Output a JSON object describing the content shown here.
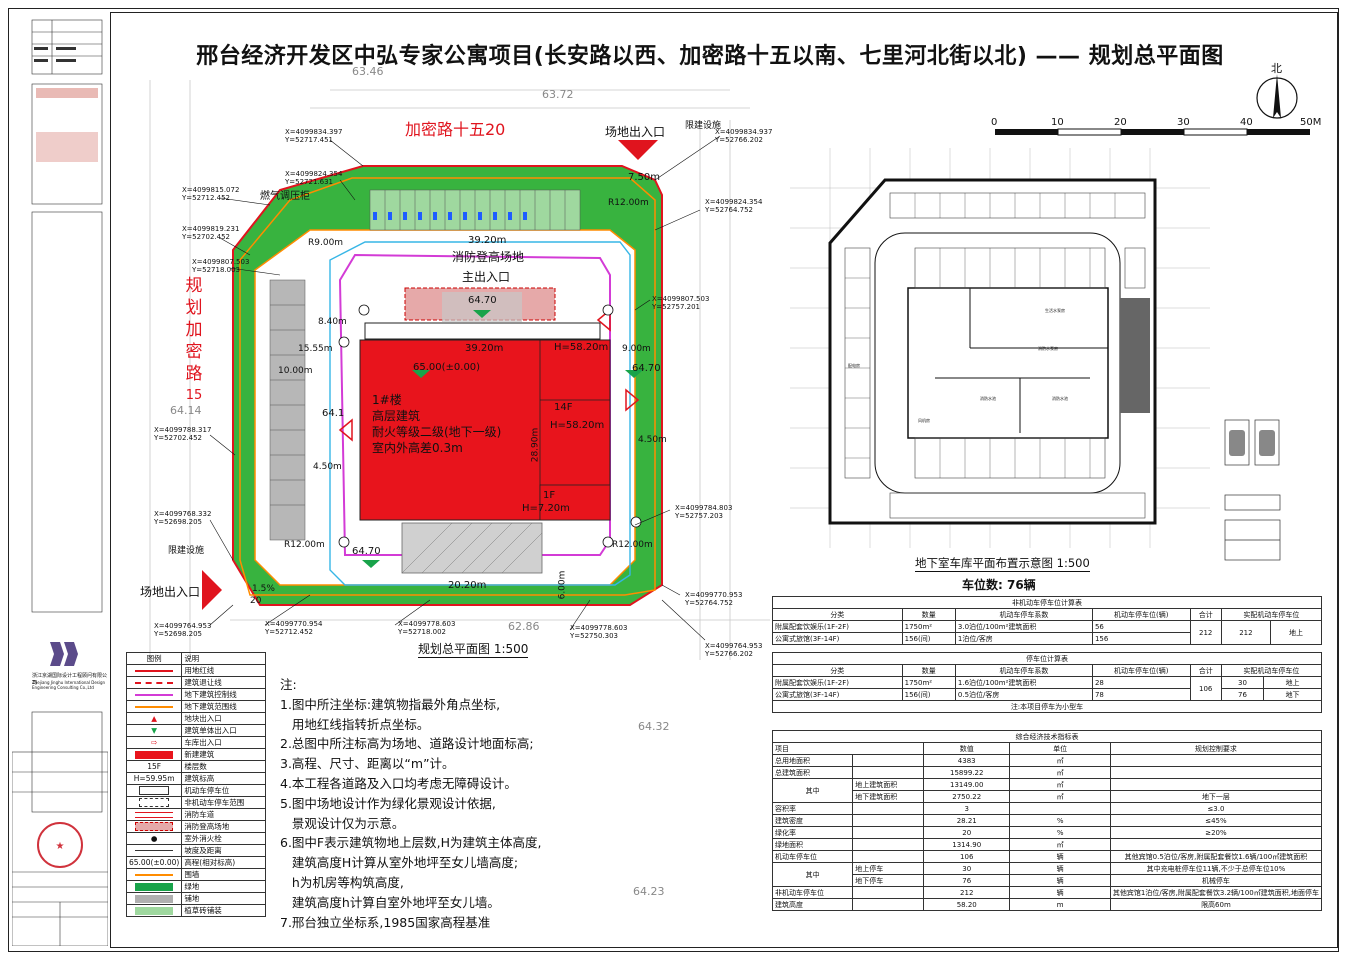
{
  "title": "邢台经济开发区中弘专家公寓项目(长安路以西、加密路十五以南、七里河北街以北) —— 规划总平面图",
  "north_label": "北",
  "scale_bar": {
    "ticks": [
      "0",
      "10",
      "20",
      "30",
      "40",
      "50M"
    ]
  },
  "site": {
    "road_top": "加密路十五20",
    "road_left_chars": [
      "规",
      "划",
      "加",
      "密",
      "路",
      "15"
    ],
    "entrance_top": "场地出入口",
    "entrance_left": "场地出入口",
    "limit_top": "限建设施",
    "limit_left": "限建设施",
    "gas_label": "燃气调压柜",
    "fire_area": "消防登高场地",
    "main_entry": "主出入口",
    "building_lines": [
      "1#楼",
      "高层建筑",
      "耐火等级二级(地下一级)",
      "室内外高差0.3m"
    ],
    "tower_14f": "14F",
    "tower_h": "H=58.20m",
    "h_top": "H=58.20m",
    "podium_1f": "1F",
    "podium_h": "H=7.20m",
    "floor_elev": "65.00(±0.00)",
    "dims": [
      "39.20m",
      "39.20m",
      "7.50m",
      "10.00m",
      "15.55m",
      "8.40m",
      "4.50m",
      "4.50m",
      "20.20m",
      "28.90m",
      "9.00m",
      "6.00m",
      "R12.00m",
      "R9.00m",
      "R12.00m",
      "R12.00m",
      "1.5%",
      "20"
    ],
    "elevations": [
      "63.46",
      "63.72",
      "64.70",
      "64.70",
      "64.70",
      "64.14",
      "62.86",
      "64.32",
      "64.23",
      "64.1"
    ],
    "coords": [
      "X=4099834.397\nY=52717.451",
      "X=4099824.354\nY=52721.631",
      "X=4099815.072\nY=52712.452",
      "X=4099819.231\nY=52702.452",
      "X=4099807.503\nY=52718.003",
      "X=4099834.937\nY=52766.202",
      "X=4099824.354\nY=52764.752",
      "X=4099807.503\nY=52757.201",
      "X=4099788.317\nY=52702.452",
      "X=4099768.332\nY=52698.205",
      "X=4099784.803\nY=52757.203",
      "X=4099764.953\nY=52698.205",
      "X=4099770.954\nY=52712.452",
      "X=4099778.603\nY=52718.002",
      "X=4099778.603\nY=52750.303",
      "X=4099770.953\nY=52764.752",
      "X=4099764.953\nY=52766.202"
    ],
    "caption": "规划总平面图 1:500"
  },
  "basement": {
    "caption": "地下室车库平面布置示意图 1:500",
    "count": "车位数: 76辆",
    "rooms": [
      "生活水泵房",
      "配电房",
      "消防水泵房",
      "消防水池",
      "消防水池",
      "风机房",
      "排风机房",
      "排风机房"
    ]
  },
  "legend": {
    "headers": [
      "图例",
      "说明"
    ],
    "rows": [
      "用地红线",
      "建筑退让线",
      "地下建筑控制线",
      "地下建筑范围线",
      "地块出入口",
      "建筑单体出入口",
      "车库出入口",
      "新建建筑",
      "楼层数",
      "建筑标高",
      "机动车停车位",
      "非机动车停车范围",
      "消防车道",
      "消防登高场地",
      "室外消火栓",
      "坡度及距离",
      "高程(相对标高)",
      "围墙",
      "绿地",
      "铺地",
      "植草砖铺装"
    ],
    "symbols": {
      "floors": "15F",
      "height": "H=59.95m",
      "elev": "65.00(±0.00)"
    }
  },
  "notes": {
    "head": "注:",
    "lines": [
      "1.图中所注坐标:建筑物指最外角点坐标,",
      "   用地红线指转折点坐标。",
      "2.总图中所注标高为场地、道路设计地面标高;",
      "3.高程、尺寸、距离以“m”计。",
      "4.本工程各道路及入口均考虑无障碍设计。",
      "5.图中场地设计作为绿化景观设计依据,",
      "   景观设计仅为示意。",
      "6.图中F表示建筑物地上层数,H为建筑主体高度,",
      "   建筑高度H计算从室外地坪至女儿墙高度;",
      "   h为机房等构筑高度,",
      "   建筑高度h计算自室外地坪至女儿墙。",
      "7.邢台独立坐标系,1985国家高程基准"
    ]
  },
  "nonmotor_table": {
    "title": "非机动车停车位计算表",
    "headers": [
      "分类",
      "数量",
      "机动车停车系数",
      "机动车停车位(辆)",
      "合计",
      "实配机动车停车位"
    ],
    "rows": [
      [
        "附属配套饮娱乐(1F-2F)",
        "1750m²",
        "3.0泊位/100m²建筑面积",
        "56",
        "212",
        "212",
        "地上"
      ],
      [
        "公寓式旅馆(3F-14F)",
        "156(间)",
        "1泊位/客房",
        "156",
        "",
        "",
        ""
      ]
    ]
  },
  "motor_table": {
    "title": "停车位计算表",
    "headers": [
      "分类",
      "数量",
      "机动车停车系数",
      "机动车停车位(辆)",
      "合计",
      "实配机动车停车位"
    ],
    "rows": [
      [
        "附属配套饮娱乐(1F-2F)",
        "1750m²",
        "1.6泊位/100m²建筑面积",
        "28",
        "106",
        "30",
        "地上"
      ],
      [
        "公寓式旅馆(3F-14F)",
        "156(间)",
        "0.5泊位/客房",
        "78",
        "",
        "76",
        "地下"
      ]
    ],
    "note": "注:本项目停车为小型车"
  },
  "index_table": {
    "title": "综合经济技术指标表",
    "headers": [
      "项目",
      "数值",
      "单位",
      "规划控制要求"
    ],
    "rows": [
      [
        "总用地面积",
        "",
        "4383",
        "㎡",
        ""
      ],
      [
        "总建筑面积",
        "",
        "15899.22",
        "㎡",
        ""
      ],
      [
        "其中",
        "地上建筑面积",
        "13149.00",
        "㎡",
        ""
      ],
      [
        "",
        "地下建筑面积",
        "2750.22",
        "㎡",
        "地下一层"
      ],
      [
        "容积率",
        "",
        "3",
        "",
        "≤3.0"
      ],
      [
        "建筑密度",
        "",
        "28.21",
        "%",
        "≤45%"
      ],
      [
        "绿化率",
        "",
        "20",
        "%",
        "≥20%"
      ],
      [
        "绿地面积",
        "",
        "1314.90",
        "㎡",
        ""
      ],
      [
        "机动车停车位",
        "",
        "106",
        "辆",
        "其他宾馆0.5泊位/客房,附属配套餐饮1.6辆/100㎡建筑面积"
      ],
      [
        "其中",
        "地上停车",
        "30",
        "辆",
        "其中充电桩停车位11辆,不少于总停车位10%"
      ],
      [
        "",
        "地下停车",
        "76",
        "辆",
        "机械停车"
      ],
      [
        "非机动车停车位",
        "",
        "212",
        "辆",
        "其他宾馆1泊位/客房,附属配套餐饮3.2辆/100㎡建筑面积,地面停车"
      ],
      [
        "建筑高度",
        "",
        "58.20",
        "m",
        "限高60m"
      ]
    ]
  },
  "titleblock": {
    "company": "浙江京湖国际设计工程顾问有限公司",
    "company_en": "Zhejiang Jinghu International Design Engineering Consulting Co.,Ltd"
  }
}
